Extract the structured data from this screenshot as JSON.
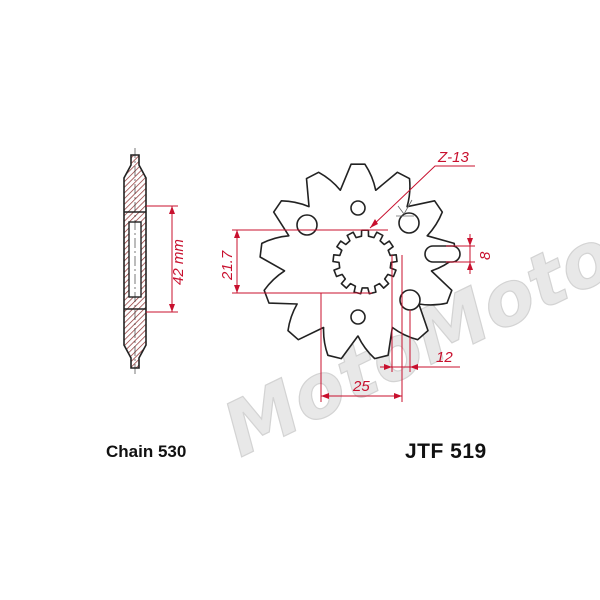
{
  "watermark": {
    "text": "MotoMoto",
    "color": "#d9d9d9"
  },
  "side_view": {
    "dimension": "42 mm"
  },
  "sprocket": {
    "teeth_label": "Z-13",
    "dimensions": {
      "spline": "21.7",
      "width": "25",
      "offset": "12",
      "hole": "8"
    }
  },
  "captions": {
    "chain": "Chain 530",
    "part_number": "JTF 519"
  },
  "colors": {
    "dimension": "#c8102e",
    "outline": "#222222",
    "hatch": "#8a2a2a"
  }
}
